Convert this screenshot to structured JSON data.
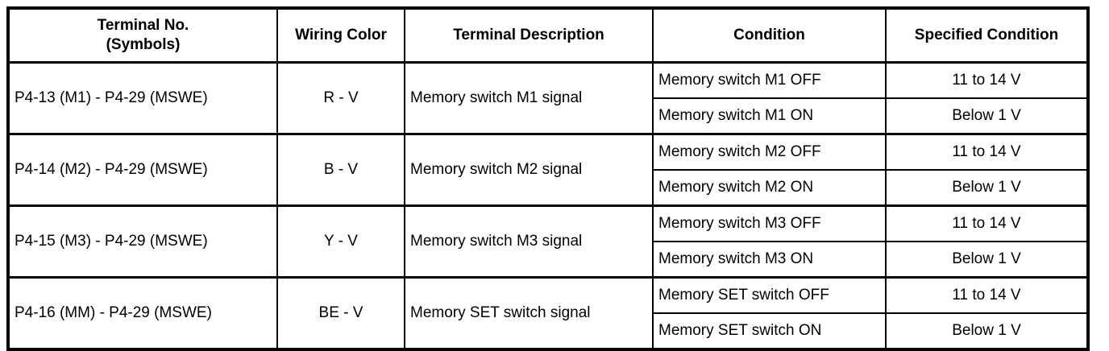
{
  "table": {
    "headers": {
      "terminal": "Terminal No.\n(Symbols)",
      "wiring_color": "Wiring Color",
      "description": "Terminal Description",
      "condition": "Condition",
      "specified_condition": "Specified Condition"
    },
    "rows": [
      {
        "terminal": "P4-13 (M1) - P4-29 (MSWE)",
        "wiring_color": "R - V",
        "description": "Memory switch M1 signal",
        "conditions": [
          {
            "condition": "Memory switch M1 OFF",
            "specified": "11 to 14 V"
          },
          {
            "condition": "Memory switch M1 ON",
            "specified": "Below 1 V"
          }
        ]
      },
      {
        "terminal": "P4-14 (M2) - P4-29 (MSWE)",
        "wiring_color": "B - V",
        "description": "Memory switch M2 signal",
        "conditions": [
          {
            "condition": "Memory switch M2 OFF",
            "specified": "11 to 14 V"
          },
          {
            "condition": "Memory switch M2 ON",
            "specified": "Below 1 V"
          }
        ]
      },
      {
        "terminal": "P4-15 (M3) - P4-29 (MSWE)",
        "wiring_color": "Y - V",
        "description": "Memory switch M3 signal",
        "conditions": [
          {
            "condition": "Memory switch M3 OFF",
            "specified": "11 to 14 V"
          },
          {
            "condition": "Memory switch M3 ON",
            "specified": "Below 1 V"
          }
        ]
      },
      {
        "terminal": "P4-16 (MM) - P4-29 (MSWE)",
        "wiring_color": "BE - V",
        "description": "Memory SET switch signal",
        "conditions": [
          {
            "condition": "Memory SET switch OFF",
            "specified": "11 to 14 V"
          },
          {
            "condition": "Memory SET switch ON",
            "specified": "Below 1 V"
          }
        ]
      }
    ],
    "colors": {
      "border": "#000000",
      "background": "#ffffff",
      "text": "#000000"
    }
  }
}
